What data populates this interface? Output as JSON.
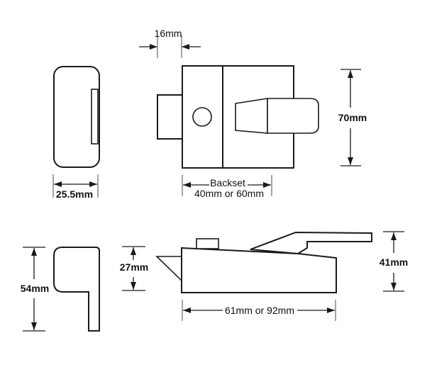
{
  "diagram": {
    "dimensions": {
      "faceplate_width": "16mm",
      "case_depth": "25.5mm",
      "case_height": "70mm",
      "backset_label": "Backset",
      "backset_values": "40mm or 60mm",
      "keep_height": "54mm",
      "case_profile_height": "27mm",
      "overall_height": "41mm",
      "case_length": "61mm or 92mm"
    }
  }
}
